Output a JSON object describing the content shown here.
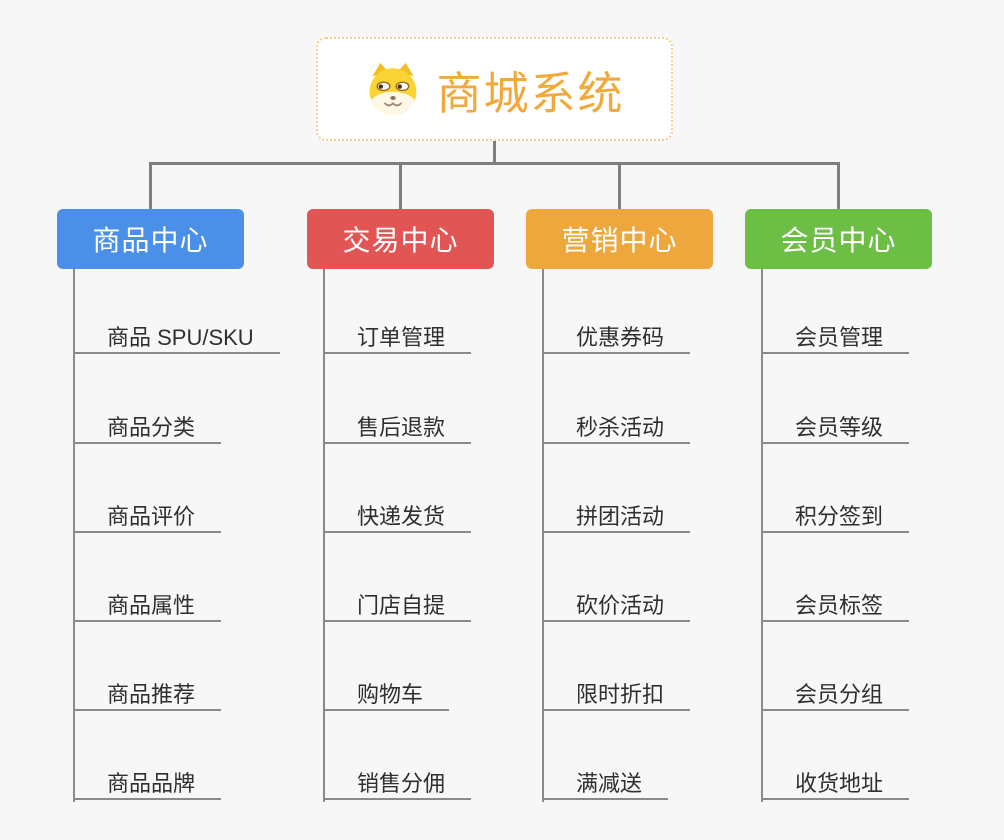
{
  "root": {
    "title": "商城系统",
    "icon": "doge-icon"
  },
  "branches": [
    {
      "label": "商品中心",
      "color": "#4A8FE8",
      "items": [
        "商品 SPU/SKU",
        "商品分类",
        "商品评价",
        "商品属性",
        "商品推荐",
        "商品品牌"
      ]
    },
    {
      "label": "交易中心",
      "color": "#E25555",
      "items": [
        "订单管理",
        "售后退款",
        "快递发货",
        "门店自提",
        "购物车",
        "销售分佣"
      ]
    },
    {
      "label": "营销中心",
      "color": "#EEA73D",
      "items": [
        "优惠券码",
        "秒杀活动",
        "拼团活动",
        "砍价活动",
        "限时折扣",
        "满减送"
      ]
    },
    {
      "label": "会员中心",
      "color": "#6DBE45",
      "items": [
        "会员管理",
        "会员等级",
        "积分签到",
        "会员标签",
        "会员分组",
        "收货地址"
      ]
    }
  ],
  "style": {
    "background": "#F7F7F7",
    "connector_color": "#7f7f7f",
    "underline_color": "#8a8a8a",
    "root_accent": "#F2A93B"
  }
}
